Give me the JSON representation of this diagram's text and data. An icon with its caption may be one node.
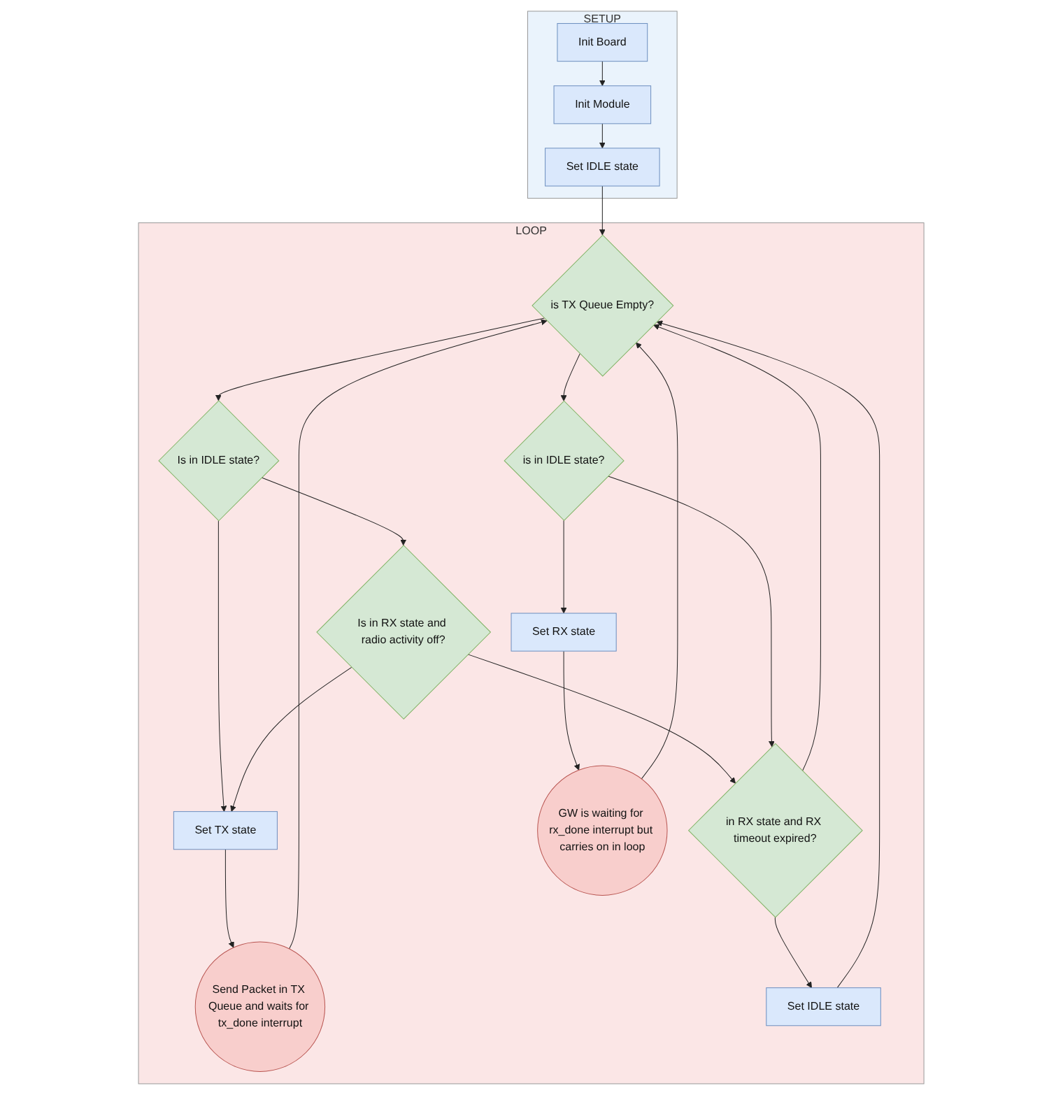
{
  "diagram": {
    "nodes": [
      {
        "text": [
          "SETUP"
        ]
      },
      {
        "text": [
          "Init Board"
        ],
        "in": 0
      },
      {
        "text": [
          "Init Module"
        ],
        "in": 0
      },
      {
        "text": [
          "Set IDLE state"
        ],
        "in": 0
      },
      {
        "text": [
          "LOOP"
        ]
      },
      {
        "text": [
          "is TX Queue Empty?"
        ],
        "in": 4
      },
      {
        "text": [
          "Is in IDLE state?"
        ],
        "in": 4
      },
      {
        "text": [
          "is in IDLE state?"
        ],
        "in": 4
      },
      {
        "text": [
          "Is in RX state and radio activity off?"
        ],
        "in": 4
      },
      {
        "text": [
          "Set RX state"
        ],
        "in": 4
      },
      {
        "text": [
          "Set TX state"
        ],
        "in": 4
      },
      {
        "text": [
          "in RX state and RX timeout expired?"
        ],
        "in": 4
      },
      {
        "text": [
          "GW is waiting for rx_done interrupt but carries on in loop"
        ],
        "in": 4
      },
      {
        "text": [
          "Send Packet in TX Queue and waits for tx_done interrupt"
        ],
        "in": 4
      },
      {
        "text": [
          "Set IDLE state"
        ],
        "in": 4
      }
    ],
    "edges": [
      {
        "from": 1,
        "to": 2,
        "arrow": "to"
      },
      {
        "from": 2,
        "to": 3,
        "arrow": "to"
      },
      {
        "from": 3,
        "to": 5,
        "arrow": "to"
      },
      {
        "from": 5,
        "to": 6,
        "arrow": "to"
      },
      {
        "from": 5,
        "to": 7,
        "arrow": "to"
      },
      {
        "from": 6,
        "to": 10,
        "arrow": "to"
      },
      {
        "from": 6,
        "to": 8,
        "arrow": "to"
      },
      {
        "from": 8,
        "to": 10,
        "arrow": "to"
      },
      {
        "from": 8,
        "to": 11,
        "arrow": "to"
      },
      {
        "from": 7,
        "to": 11,
        "arrow": "to"
      },
      {
        "from": 7,
        "to": 9,
        "arrow": "to"
      },
      {
        "from": 9,
        "to": 12,
        "arrow": "to"
      },
      {
        "from": 10,
        "to": 13,
        "arrow": "to"
      },
      {
        "from": 11,
        "to": 14,
        "arrow": "to"
      },
      {
        "from": 11,
        "to": 5,
        "arrow": "to"
      },
      {
        "from": 14,
        "to": 5,
        "arrow": "to"
      },
      {
        "from": 12,
        "to": 5,
        "arrow": "to"
      },
      {
        "from": 13,
        "to": 5,
        "arrow": "to"
      }
    ]
  }
}
